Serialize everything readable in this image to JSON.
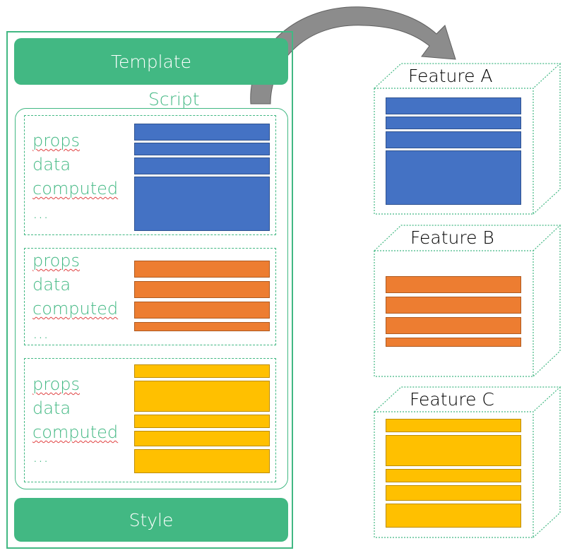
{
  "component": {
    "template_label": "Template",
    "script_label": "Script",
    "style_label": "Style",
    "sections": [
      {
        "color": "blue",
        "options": [
          "props",
          "data",
          "computed",
          "..."
        ]
      },
      {
        "color": "orange",
        "options": [
          "props",
          "data",
          "computed",
          "..."
        ]
      },
      {
        "color": "yellow",
        "options": [
          "props",
          "data",
          "computed",
          "..."
        ]
      }
    ]
  },
  "features": [
    {
      "label": "Feature A",
      "color": "blue"
    },
    {
      "label": "Feature B",
      "color": "orange"
    },
    {
      "label": "Feature C",
      "color": "yellow"
    }
  ],
  "colors": {
    "vue_green": "#42b883",
    "blue": "#4472c4",
    "orange": "#ed7d31",
    "yellow": "#ffc000",
    "arrow": "#808080"
  }
}
